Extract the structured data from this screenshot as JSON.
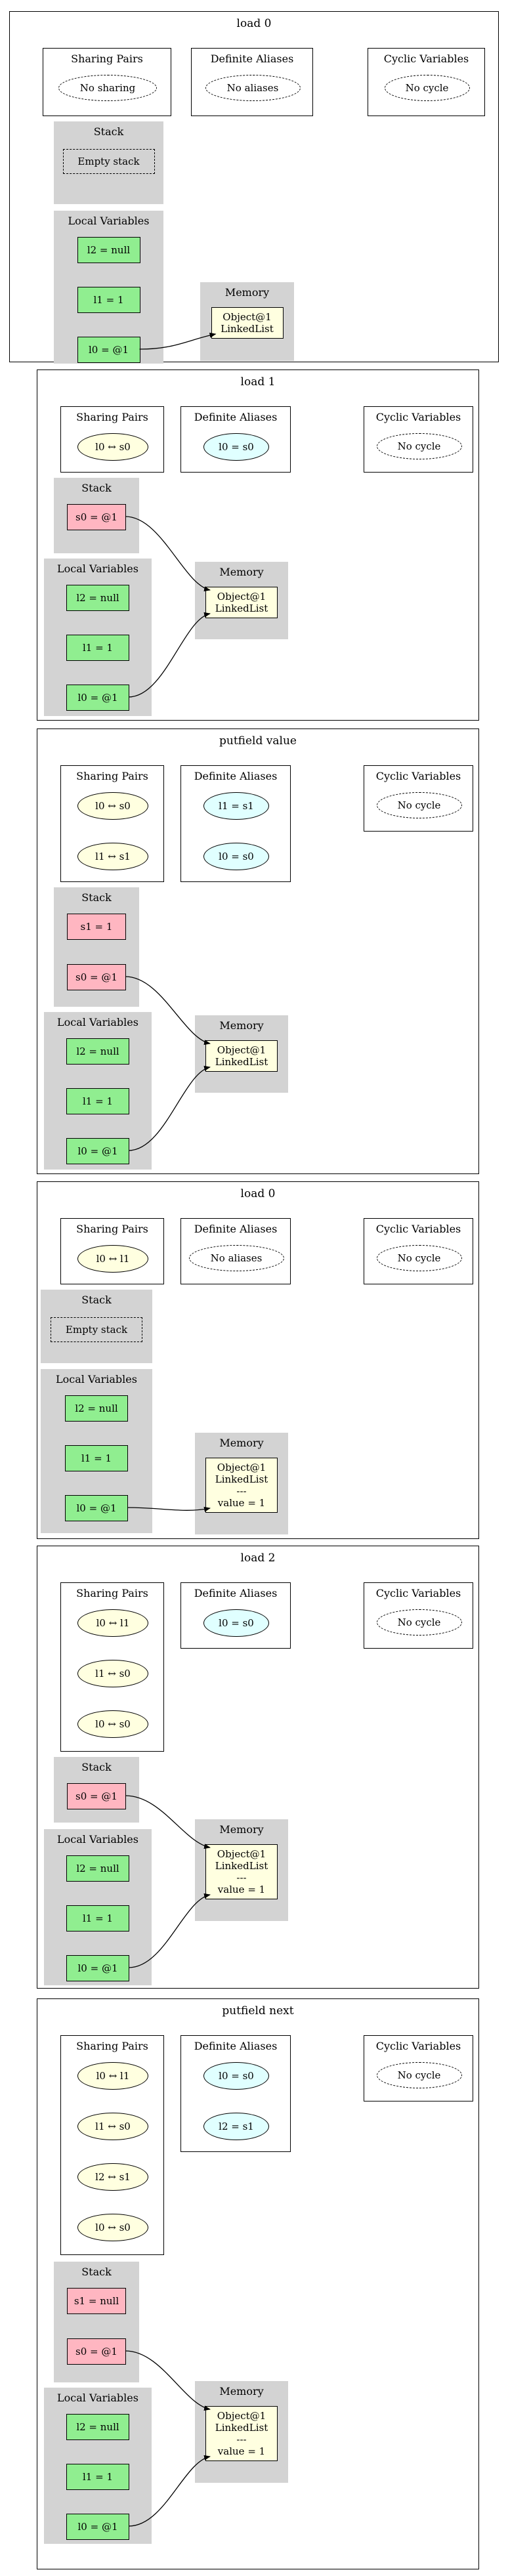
{
  "frames": [
    {
      "title": "load 0",
      "sharing_pairs": {
        "title": "Sharing Pairs",
        "items": [],
        "empty_label": "No sharing"
      },
      "definite_aliases": {
        "title": "Definite Aliases",
        "items": [],
        "empty_label": "No aliases"
      },
      "cyclic_variables": {
        "title": "Cyclic Variables",
        "empty_label": "No cycle"
      },
      "stack": {
        "title": "Stack",
        "items": [],
        "empty_label": "Empty stack"
      },
      "locals": {
        "title": "Local Variables",
        "items": [
          "l2 = null",
          "l1 = 1",
          "l0 = @1"
        ]
      },
      "memory": {
        "title": "Memory",
        "lines": [
          "Object@1",
          "LinkedList"
        ]
      },
      "edges": [
        "l0 = @1"
      ]
    },
    {
      "title": "load 1",
      "sharing_pairs": {
        "title": "Sharing Pairs",
        "items": [
          "l0 ↔ s0"
        ]
      },
      "definite_aliases": {
        "title": "Definite Aliases",
        "items": [
          "l0 = s0"
        ]
      },
      "cyclic_variables": {
        "title": "Cyclic Variables",
        "empty_label": "No cycle"
      },
      "stack": {
        "title": "Stack",
        "items": [
          "s0 = @1"
        ]
      },
      "locals": {
        "title": "Local Variables",
        "items": [
          "l2 = null",
          "l1 = 1",
          "l0 = @1"
        ]
      },
      "memory": {
        "title": "Memory",
        "lines": [
          "Object@1",
          "LinkedList"
        ]
      },
      "edges": [
        "s0 = @1",
        "l0 = @1"
      ]
    },
    {
      "title": "putfield value",
      "sharing_pairs": {
        "title": "Sharing Pairs",
        "items": [
          "l0 ↔ s0",
          "l1 ↔ s1"
        ]
      },
      "definite_aliases": {
        "title": "Definite Aliases",
        "items": [
          "l1 = s1",
          "l0 = s0"
        ]
      },
      "cyclic_variables": {
        "title": "Cyclic Variables",
        "empty_label": "No cycle"
      },
      "stack": {
        "title": "Stack",
        "items": [
          "s1 = 1",
          "s0 = @1"
        ]
      },
      "locals": {
        "title": "Local Variables",
        "items": [
          "l2 = null",
          "l1 = 1",
          "l0 = @1"
        ]
      },
      "memory": {
        "title": "Memory",
        "lines": [
          "Object@1",
          "LinkedList"
        ]
      },
      "edges": [
        "s0 = @1",
        "l0 = @1"
      ]
    },
    {
      "title": "load 0",
      "sharing_pairs": {
        "title": "Sharing Pairs",
        "items": [
          "l0 ↔ l1"
        ]
      },
      "definite_aliases": {
        "title": "Definite Aliases",
        "items": [],
        "empty_label": "No aliases"
      },
      "cyclic_variables": {
        "title": "Cyclic Variables",
        "empty_label": "No cycle"
      },
      "stack": {
        "title": "Stack",
        "items": [],
        "empty_label": "Empty stack"
      },
      "locals": {
        "title": "Local Variables",
        "items": [
          "l2 = null",
          "l1 = 1",
          "l0 = @1"
        ]
      },
      "memory": {
        "title": "Memory",
        "lines": [
          "Object@1",
          "LinkedList",
          "---",
          "value = 1"
        ]
      },
      "edges": [
        "l0 = @1"
      ]
    },
    {
      "title": "load 2",
      "sharing_pairs": {
        "title": "Sharing Pairs",
        "items": [
          "l0 ↔ l1",
          "l1 ↔ s0",
          "l0 ↔ s0"
        ]
      },
      "definite_aliases": {
        "title": "Definite Aliases",
        "items": [
          "l0 = s0"
        ]
      },
      "cyclic_variables": {
        "title": "Cyclic Variables",
        "empty_label": "No cycle"
      },
      "stack": {
        "title": "Stack",
        "items": [
          "s0 = @1"
        ]
      },
      "locals": {
        "title": "Local Variables",
        "items": [
          "l2 = null",
          "l1 = 1",
          "l0 = @1"
        ]
      },
      "memory": {
        "title": "Memory",
        "lines": [
          "Object@1",
          "LinkedList",
          "---",
          "value = 1"
        ]
      },
      "edges": [
        "s0 = @1",
        "l0 = @1"
      ]
    },
    {
      "title": "putfield next",
      "sharing_pairs": {
        "title": "Sharing Pairs",
        "items": [
          "l0 ↔ l1",
          "l1 ↔ s0",
          "l2 ↔ s1",
          "l0 ↔ s0"
        ]
      },
      "definite_aliases": {
        "title": "Definite Aliases",
        "items": [
          "l0 = s0",
          "l2 = s1"
        ]
      },
      "cyclic_variables": {
        "title": "Cyclic Variables",
        "empty_label": "No cycle"
      },
      "stack": {
        "title": "Stack",
        "items": [
          "s1 = null",
          "s0 = @1"
        ]
      },
      "locals": {
        "title": "Local Variables",
        "items": [
          "l2 = null",
          "l1 = 1",
          "l0 = @1"
        ]
      },
      "memory": {
        "title": "Memory",
        "lines": [
          "Object@1",
          "LinkedList",
          "---",
          "value = 1"
        ]
      },
      "edges": [
        "s0 = @1",
        "l0 = @1"
      ]
    }
  ],
  "colors": {
    "local_var": "#90ee90",
    "stack_item": "#ffb6c1",
    "sharing_pair": "#ffffe0",
    "definite_alias": "#e0ffff",
    "memory_object": "#ffffe0",
    "cluster_bg": "#d3d3d3"
  }
}
